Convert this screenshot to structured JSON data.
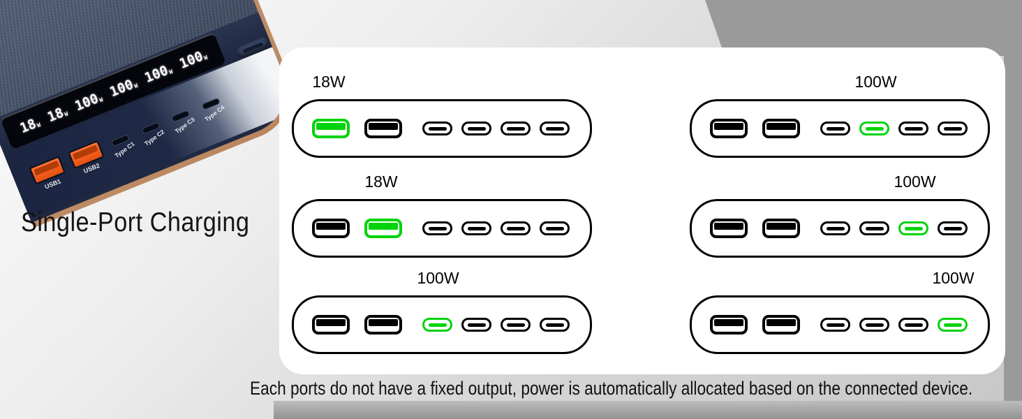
{
  "device_photo": {
    "wireless_icon": "wireless-charging-icon",
    "led_display": {
      "readouts": [
        "18",
        "18",
        "100",
        "100",
        "100",
        "100"
      ],
      "unit": "W"
    },
    "usb_a_ports": [
      "USB1",
      "USB2"
    ],
    "usb_c_ports": [
      "Type C1",
      "Type C2",
      "Type C3",
      "Type C4"
    ]
  },
  "headline": "Single-Port Charging",
  "panel": {
    "port_layout": {
      "usb_a_count": 2,
      "usb_c_count": 4
    },
    "diagrams": [
      {
        "wattage": "18W",
        "active_port_index": 0
      },
      {
        "wattage": "18W",
        "active_port_index": 1
      },
      {
        "wattage": "100W",
        "active_port_index": 2
      },
      {
        "wattage": "100W",
        "active_port_index": 3
      },
      {
        "wattage": "100W",
        "active_port_index": 4
      },
      {
        "wattage": "100W",
        "active_port_index": 5
      }
    ]
  },
  "caption": "Each ports do not have a fixed output, power is automatically allocated based on the connected device.",
  "colors": {
    "active_green": "#00d30b",
    "port_outline": "#000000",
    "usb_orange": "#f05a1a",
    "backdrop_dark": "#9a9a9a",
    "panel_white": "#ffffff"
  }
}
